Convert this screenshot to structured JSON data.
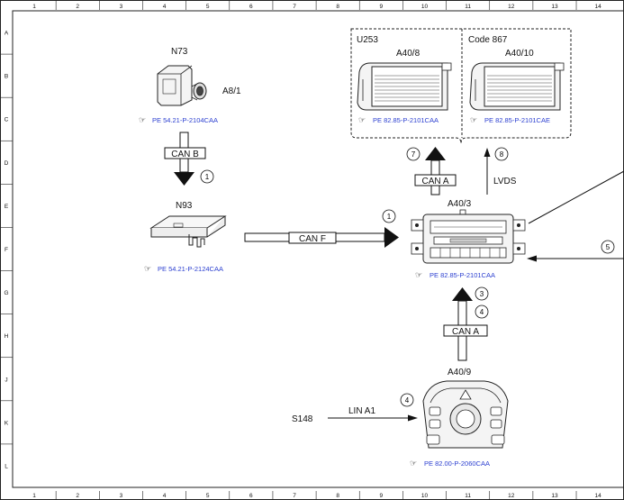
{
  "grid": {
    "columns": [
      "1",
      "2",
      "3",
      "4",
      "5",
      "6",
      "7",
      "8",
      "9",
      "10",
      "11",
      "12",
      "13",
      "14"
    ],
    "rows": [
      "A",
      "B",
      "C",
      "D",
      "E",
      "F",
      "G",
      "H",
      "J",
      "K",
      "L"
    ]
  },
  "components": {
    "n73": {
      "name": "N73",
      "sub": "A8/1",
      "ref": "PE 54.21-P-2104CAA"
    },
    "n93": {
      "name": "N93",
      "ref": "PE 54.21-P-2124CAA"
    },
    "a40_3": {
      "name": "A40/3",
      "ref": "PE 82.85-P-2101CAA"
    },
    "a40_8": {
      "group": "U253",
      "name": "A40/8",
      "ref": "PE 82.85-P-2101CAA"
    },
    "a40_10": {
      "group": "Code 867",
      "name": "A40/10",
      "ref": "PE 82.85-P-2101CAE"
    },
    "a40_9": {
      "name": "A40/9",
      "ref": "PE 82.00-P-2060CAA"
    }
  },
  "connections": {
    "can_b": "CAN B",
    "can_f": "CAN F",
    "can_a_top": "CAN A",
    "can_a_bottom": "CAN A",
    "lvds": "LVDS",
    "lin": "LIN A1",
    "s148": "S148"
  },
  "markers": {
    "m1a": "1",
    "m1b": "1",
    "m7": "7",
    "m8": "8",
    "m3": "3",
    "m4a": "4",
    "m4b": "4",
    "m5": "5"
  },
  "ref_icon": "☞"
}
